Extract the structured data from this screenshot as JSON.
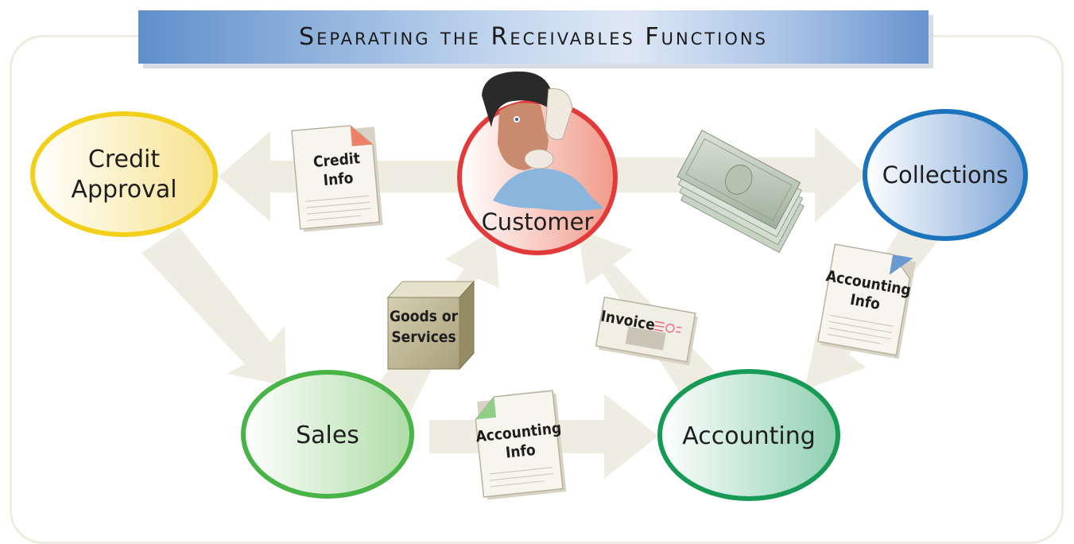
{
  "title": "Separating the Receivables Functions",
  "nodes": {
    "customer": "Customer",
    "credit_approval": [
      "Credit",
      "Approval"
    ],
    "collections": "Collections",
    "sales": "Sales",
    "accounting": "Accounting"
  },
  "documents": {
    "credit_info": [
      "Credit",
      "Info"
    ],
    "goods_or_services": [
      "Goods or",
      "Services"
    ],
    "invoice": "Invoice",
    "accounting_info_collections": [
      "Accounting",
      "Info"
    ],
    "accounting_info_sales": [
      "Accounting",
      "Info"
    ]
  },
  "colors": {
    "customer": "#e23a3a",
    "credit_approval": "#f2cf1a",
    "collections": "#1c73bd",
    "sales": "#48b447",
    "accounting": "#169a55",
    "arrow": "#efece1"
  }
}
